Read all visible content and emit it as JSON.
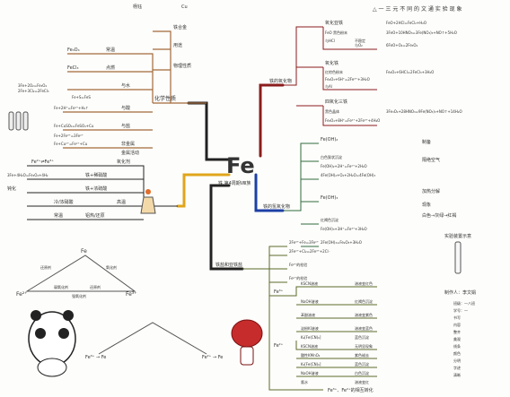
{
  "header": {
    "left_note": "杨钰",
    "left_mark": "Cu",
    "top_right": "△ 一 三 元 不 同 的 文 通 实 验 现 象"
  },
  "center": {
    "symbol": "Fe",
    "subtitle": "铁 第4周期Ⅷ族"
  },
  "top_left": {
    "title": "化学性质",
    "items": [
      "铁合金",
      "用途",
      "物理性质"
    ],
    "reactions": [
      "Fe₃O₄",
      "FeCl₃",
      "3Fe+2O₂=Fe₃O₄",
      "2Fe+3Cl₂=2FeCl₃",
      "Fe+S=FeS",
      "Fe+2H⁺=Fe²⁺+H₂↑",
      "Fe+CuSO₄=FeSO₄+Cu",
      "Fe+2Fe³⁺=3Fe²⁺",
      "Fe+Cu²⁺=Fe²⁺+Cu"
    ],
    "labels": [
      "常温",
      "点燃",
      "与水",
      "与酸",
      "与盐",
      "非金属",
      "金属活动"
    ]
  },
  "left_mid": {
    "items": [
      "Fe²⁺⇌Fe³⁺",
      "3Fe+4H₂O=Fe₃O₄+4H₂",
      "铁+稀硝酸",
      "铁+浓硫酸",
      "钝化",
      "冷/浓硝酸",
      "铝热/还原"
    ],
    "labels": [
      "常温",
      "高温",
      "氧化剂"
    ]
  },
  "right_top": {
    "title": "铁的氧化物",
    "groups": [
      {
        "name": "氧化亚铁",
        "items": [
          "FeO 黑色粉末",
          "与HCl",
          "不稳定",
          "与O₂"
        ],
        "reactions": [
          "FeO+2HCl=FeCl₂+H₂O",
          "3FeO+10HNO₃=3Fe(NO₃)₃+NO↑+5H₂O",
          "6FeO+O₂=2Fe₃O₄"
        ]
      },
      {
        "name": "氧化铁",
        "items": [
          "红棕色粉末",
          "Fe₂O₃+6H⁺=2Fe³⁺+3H₂O",
          "与Al"
        ],
        "reactions": [
          "Fe₂O₃+6HCl=2FeCl₃+3H₂O"
        ]
      },
      {
        "name": "四氧化三铁",
        "items": [
          "黑色晶体",
          "Fe₃O₄+8H⁺=Fe²⁺+2Fe³⁺+4H₂O"
        ],
        "reactions": [
          "3Fe₃O₄+28HNO₃=9Fe(NO₃)₃+NO↑+14H₂O"
        ]
      }
    ]
  },
  "right_mid": {
    "title": "铁的氢氧化物",
    "groups": [
      {
        "name": "Fe(OH)₂",
        "items": [
          "白色絮状沉淀",
          "Fe(OH)₂+2H⁺=Fe²⁺+2H₂O",
          "4Fe(OH)₂+O₂+2H₂O=4Fe(OH)₃"
        ]
      },
      {
        "name": "Fe(OH)₃",
        "items": [
          "红褐色沉淀",
          "Fe(OH)₃+3H⁺=Fe³⁺+3H₂O",
          "2Fe(OH)₃=Fe₂O₃+3H₂O"
        ]
      }
    ],
    "side": [
      "制备",
      "隔绝空气",
      "加热分解",
      "现象",
      "白色→灰绿→红褐"
    ]
  },
  "bottom_right": {
    "title": "铁盐和亚铁盐",
    "top_reactions": [
      "2Fe³⁺+Fe=3Fe²⁺",
      "2Fe²⁺+Cl₂=2Fe³⁺+2Cl⁻",
      "Fe³⁺的检验",
      "Fe²⁺的检验"
    ],
    "groups": [
      {
        "name": "Fe³⁺",
        "items": [
          "KSCN溶液",
          "NaOH溶液",
          "苯酚溶液",
          "淀粉KI溶液",
          "K₄[Fe(CN)₆]"
        ],
        "results": [
          "溶液变红色",
          "红褐色沉淀",
          "溶液变紫色",
          "溶液变蓝色",
          "蓝色沉淀"
        ]
      },
      {
        "name": "Fe²⁺",
        "items": [
          "KSCN溶液",
          "酸性KMnO₄",
          "K₃[Fe(CN)₆]",
          "NaOH溶液",
          "氯水"
        ],
        "results": [
          "无明显现象",
          "紫色褪去",
          "蓝色沉淀",
          "白色沉淀",
          "溶液变红"
        ]
      }
    ],
    "foot": "Fe³⁺、Fe²⁺的相互转化"
  },
  "bottom_left": {
    "triangle": [
      "Fe",
      "Fe²⁺",
      "Fe³⁺"
    ],
    "notes": [
      "还原剂",
      "氧化剂",
      "弱氧化剂",
      "强氧化剂",
      "还原剂"
    ],
    "small_left": "Fe³⁺ → Fe",
    "small_right": "Fe²⁺ → Fe"
  },
  "right_notes": {
    "title": "实验装置示意",
    "signature": "制作人：李文娟",
    "list": [
      "班级：一八班",
      "学号：一",
      "书写",
      "内容",
      "整齐",
      "美观",
      "线条",
      "颜色",
      "分明",
      "字迹",
      "清晰"
    ]
  },
  "colors": {
    "trunk": "#222222",
    "brown": "#a26a3a",
    "red": "#8c1c1c",
    "green": "#2f6b3b",
    "blue": "#1d3fa6",
    "teal": "#3f8d86",
    "yellow": "#e0a51b",
    "olive": "#5b6b2a"
  },
  "icons": [
    "test-tubes-icon",
    "flask-burner-icon",
    "panda-mascot-icon",
    "lantern-mascot-icon",
    "tube-apparatus-icon"
  ]
}
